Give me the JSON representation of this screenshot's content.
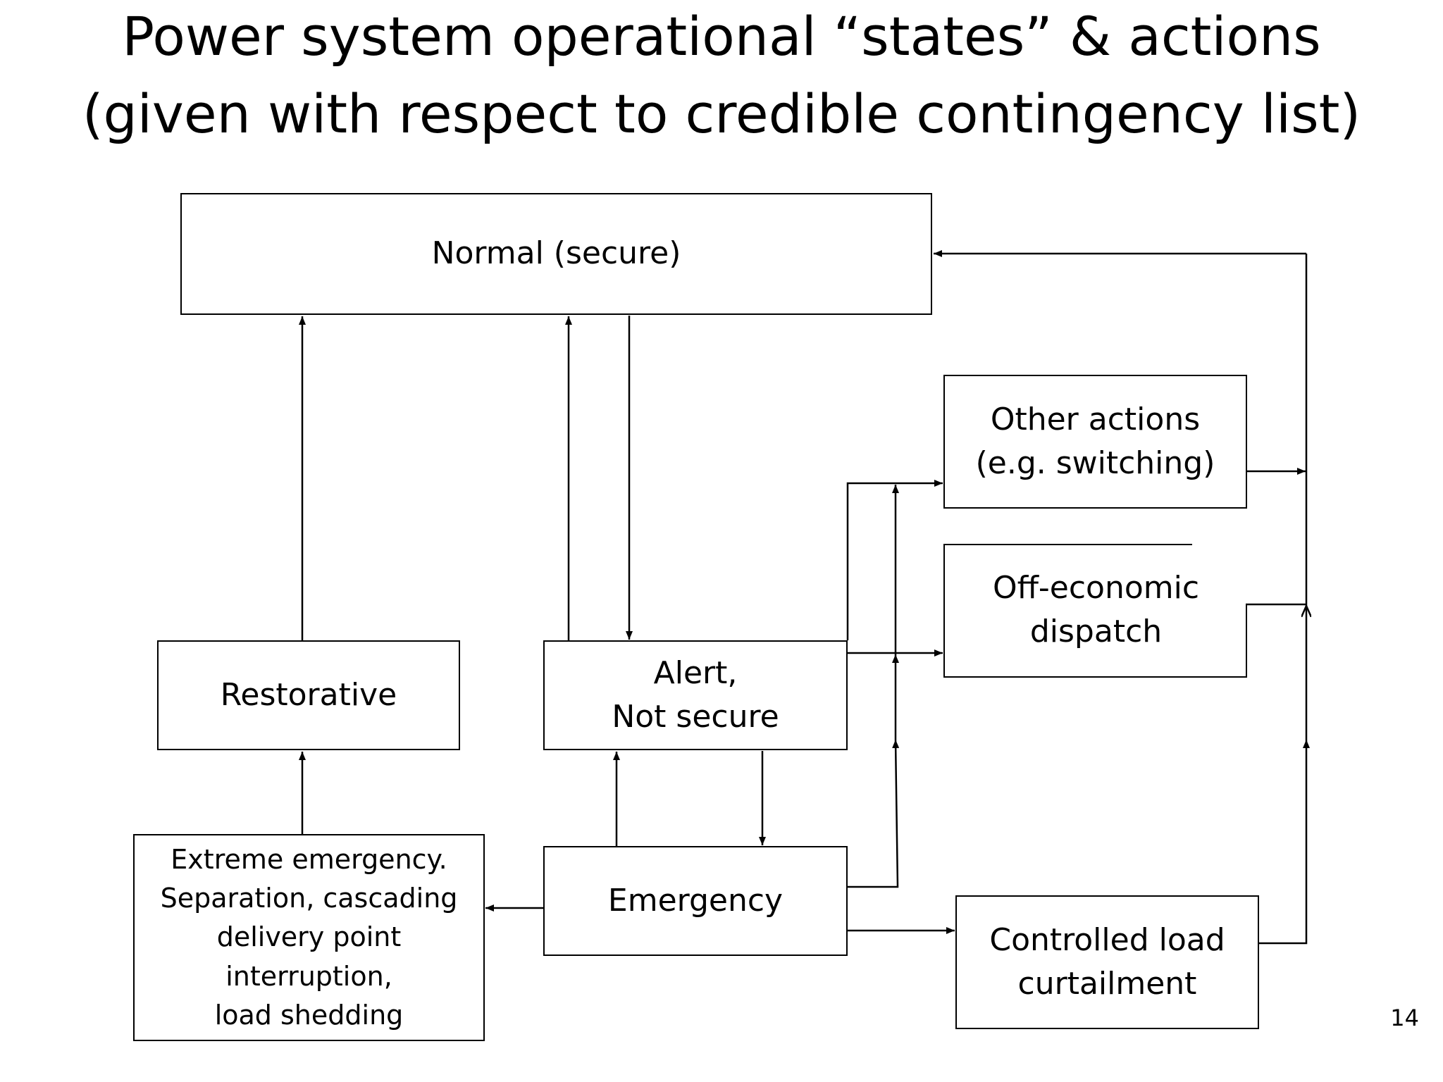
{
  "title": {
    "line1": "Power system operational “states” & actions",
    "line2": "(given with respect to credible contingency list)"
  },
  "nodes": {
    "normal": "Normal (secure)",
    "alert": "Alert,\nNot secure",
    "restorative": "Restorative",
    "emergency": "Emergency",
    "extreme": "Extreme emergency.\nSeparation, cascading\ndelivery point\ninterruption,\nload shedding",
    "other_actions": "Other actions\n(e.g. switching)",
    "off_economic": "Off-economic\ndispatch",
    "controlled_load": "Controlled load\ncurtailment"
  },
  "page_number": "14"
}
